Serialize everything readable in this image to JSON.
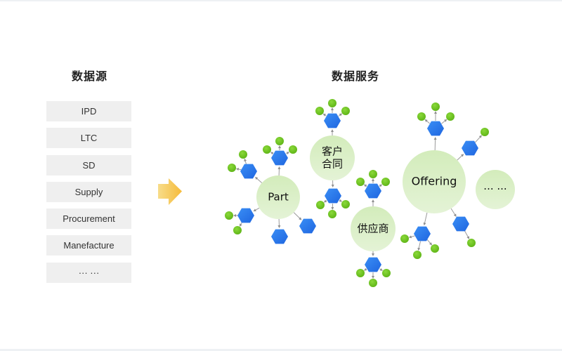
{
  "source": {
    "title": "数据源",
    "items": [
      "IPD",
      "LTC",
      "SD",
      "Supply",
      "Procurement",
      "Manefacture",
      "··· ···"
    ]
  },
  "service": {
    "title": "数据服务",
    "nodes": [
      {
        "id": "part",
        "label_lines": [
          "Part"
        ]
      },
      {
        "id": "customer-contract",
        "label_lines": [
          "客户",
          "合同"
        ]
      },
      {
        "id": "supplier",
        "label_lines": [
          "供应商"
        ]
      },
      {
        "id": "offering",
        "label_lines": [
          "Offering"
        ]
      },
      {
        "id": "more",
        "label_lines": [
          "··· ···"
        ]
      }
    ]
  },
  "colors": {
    "circle_fill": "#d6edbf",
    "hexagon": "#2f7ef0",
    "dot": "#6cc31c",
    "arrow": "#f7c044",
    "connector": "#9a9a9a",
    "source_item_bg": "#efefef"
  },
  "icons": {
    "flow_arrow": "right-arrow-icon"
  }
}
